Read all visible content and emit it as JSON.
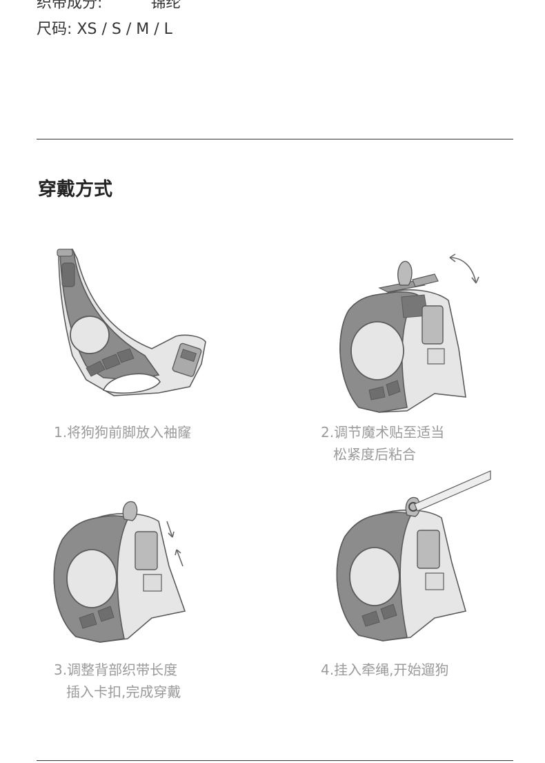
{
  "specs": {
    "strap_material_label": "织带成分:",
    "strap_material_value": "锦纶",
    "size_label": "尺码:",
    "size_value": "XS / S / M / L"
  },
  "section": {
    "title": "穿戴方式"
  },
  "steps": [
    {
      "line1": "1.将狗狗前脚放入袖窿",
      "line2": ""
    },
    {
      "line1": "2.调节魔术贴至适当",
      "line2": "松紧度后粘合"
    },
    {
      "line1": "3.调整背部织带长度",
      "line2": "插入卡扣,完成穿戴"
    },
    {
      "line1": "4.挂入牵绳,开始遛狗",
      "line2": ""
    }
  ],
  "colors": {
    "harness_dark": "#8c8c8c",
    "harness_light": "#e6e6e6",
    "outline": "#5a5a5a",
    "mesh": "#6e6e6e"
  }
}
